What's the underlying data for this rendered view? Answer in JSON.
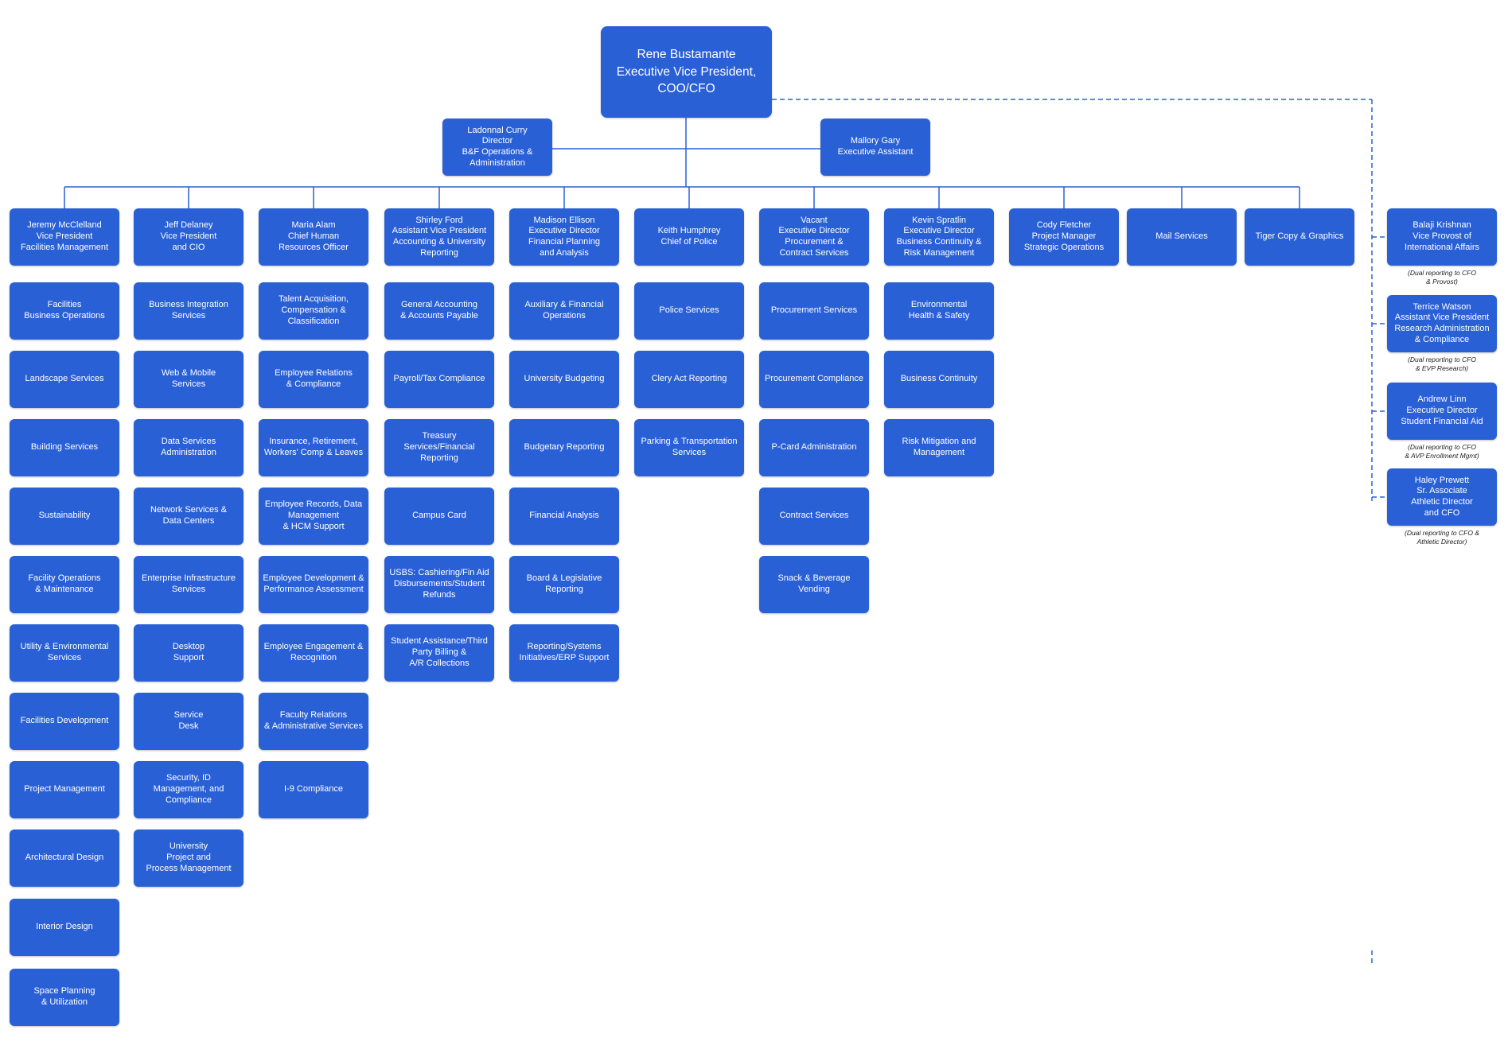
{
  "colors": {
    "box": "#2a60d6",
    "text": "#ffffff",
    "connector": "#2a60d6"
  },
  "top": {
    "label": "Rene Bustamante\nExecutive Vice President,\nCOO/CFO"
  },
  "staff": {
    "left": {
      "label": "Ladonnal Curry\nDirector\nB&F Operations &\nAdministration"
    },
    "right": {
      "label": "Mallory Gary\nExecutive Assistant"
    }
  },
  "columns": [
    {
      "head": "Jeremy McClelland\nVice President\nFacilities Management",
      "items": [
        "Facilities\nBusiness Operations",
        "Landscape Services",
        "Building Services",
        "Sustainability",
        "Facility Operations\n& Maintenance",
        "Utility & Environmental\nServices",
        "Facilities Development",
        "Project Management",
        "Architectural Design",
        "Interior Design",
        "Space Planning\n& Utilization"
      ]
    },
    {
      "head": "Jeff Delaney\nVice President\nand CIO",
      "items": [
        "Business Integration\nServices",
        "Web & Mobile\nServices",
        "Data Services\nAdministration",
        "Network Services &\nData Centers",
        "Enterprise Infrastructure\nServices",
        "Desktop\nSupport",
        "Service\nDesk",
        "Security, ID\nManagement, and\nCompliance",
        "University\nProject and\nProcess Management"
      ]
    },
    {
      "head": "Maria Alam\nChief Human\nResources Officer",
      "items": [
        "Talent Acquisition,\nCompensation &\nClassification",
        "Employee Relations\n& Compliance",
        "Insurance, Retirement,\nWorkers' Comp & Leaves",
        "Employee Records, Data\nManagement\n& HCM Support",
        "Employee Development &\nPerformance Assessment",
        "Employee Engagement &\nRecognition",
        "Faculty Relations\n& Administrative Services",
        "I-9 Compliance"
      ]
    },
    {
      "head": "Shirley Ford\nAssistant Vice President\nAccounting &  University\nReporting",
      "items": [
        "General Accounting\n& Accounts Payable",
        "Payroll/Tax Compliance",
        "Treasury Services/Financial\nReporting",
        "Campus Card",
        "USBS: Cashiering/Fin Aid\nDisbursements/Student\nRefunds",
        "Student Assistance/Third\nParty Billing &\nA/R Collections"
      ]
    },
    {
      "head": "Madison Ellison\nExecutive Director\nFinancial Planning\nand Analysis",
      "items": [
        "Auxiliary & Financial\nOperations",
        "University Budgeting",
        "Budgetary Reporting",
        "Financial Analysis",
        "Board & Legislative\nReporting",
        "Reporting/Systems\nInitiatives/ERP Support"
      ]
    },
    {
      "head": "Keith Humphrey\nChief of Police",
      "items": [
        "Police Services",
        "Clery Act Reporting",
        "Parking & Transportation\nServices"
      ]
    },
    {
      "head": "Vacant\nExecutive Director\nProcurement &\nContract Services",
      "items": [
        "Procurement Services",
        "Procurement Compliance",
        "P-Card Administration",
        "Contract Services",
        "Snack & Beverage\nVending"
      ]
    },
    {
      "head": "Kevin Spratlin\nExecutive Director\nBusiness Continuity &\nRisk Management",
      "items": [
        "Environmental\nHealth & Safety",
        "Business Continuity",
        "Risk Mitigation and\nManagement"
      ]
    },
    {
      "head": "Cody Fletcher\nProject Manager\nStrategic Operations",
      "items": []
    },
    {
      "head": "Mail Services",
      "items": []
    },
    {
      "head": "Tiger Copy & Graphics",
      "items": []
    }
  ],
  "dotted": [
    {
      "label": "Balaji Krishnan\nVice Provost of\nInternational Affairs",
      "note": "(Dual reporting to CFO\n& Provost)"
    },
    {
      "label": "Terrice Watson\nAssistant Vice President\nResearch Administration\n& Compliance",
      "note": "(Dual reporting to CFO\n& EVP Research)"
    },
    {
      "label": "Andrew Linn\nExecutive Director\nStudent Financial Aid",
      "note": "(Dual reporting to CFO\n& AVP Enrollment Mgmt)"
    },
    {
      "label": "Haley Prewett\nSr. Associate\nAthletic Director\nand CFO",
      "note": "(Dual reporting to CFO &\nAthletic Director)"
    }
  ]
}
